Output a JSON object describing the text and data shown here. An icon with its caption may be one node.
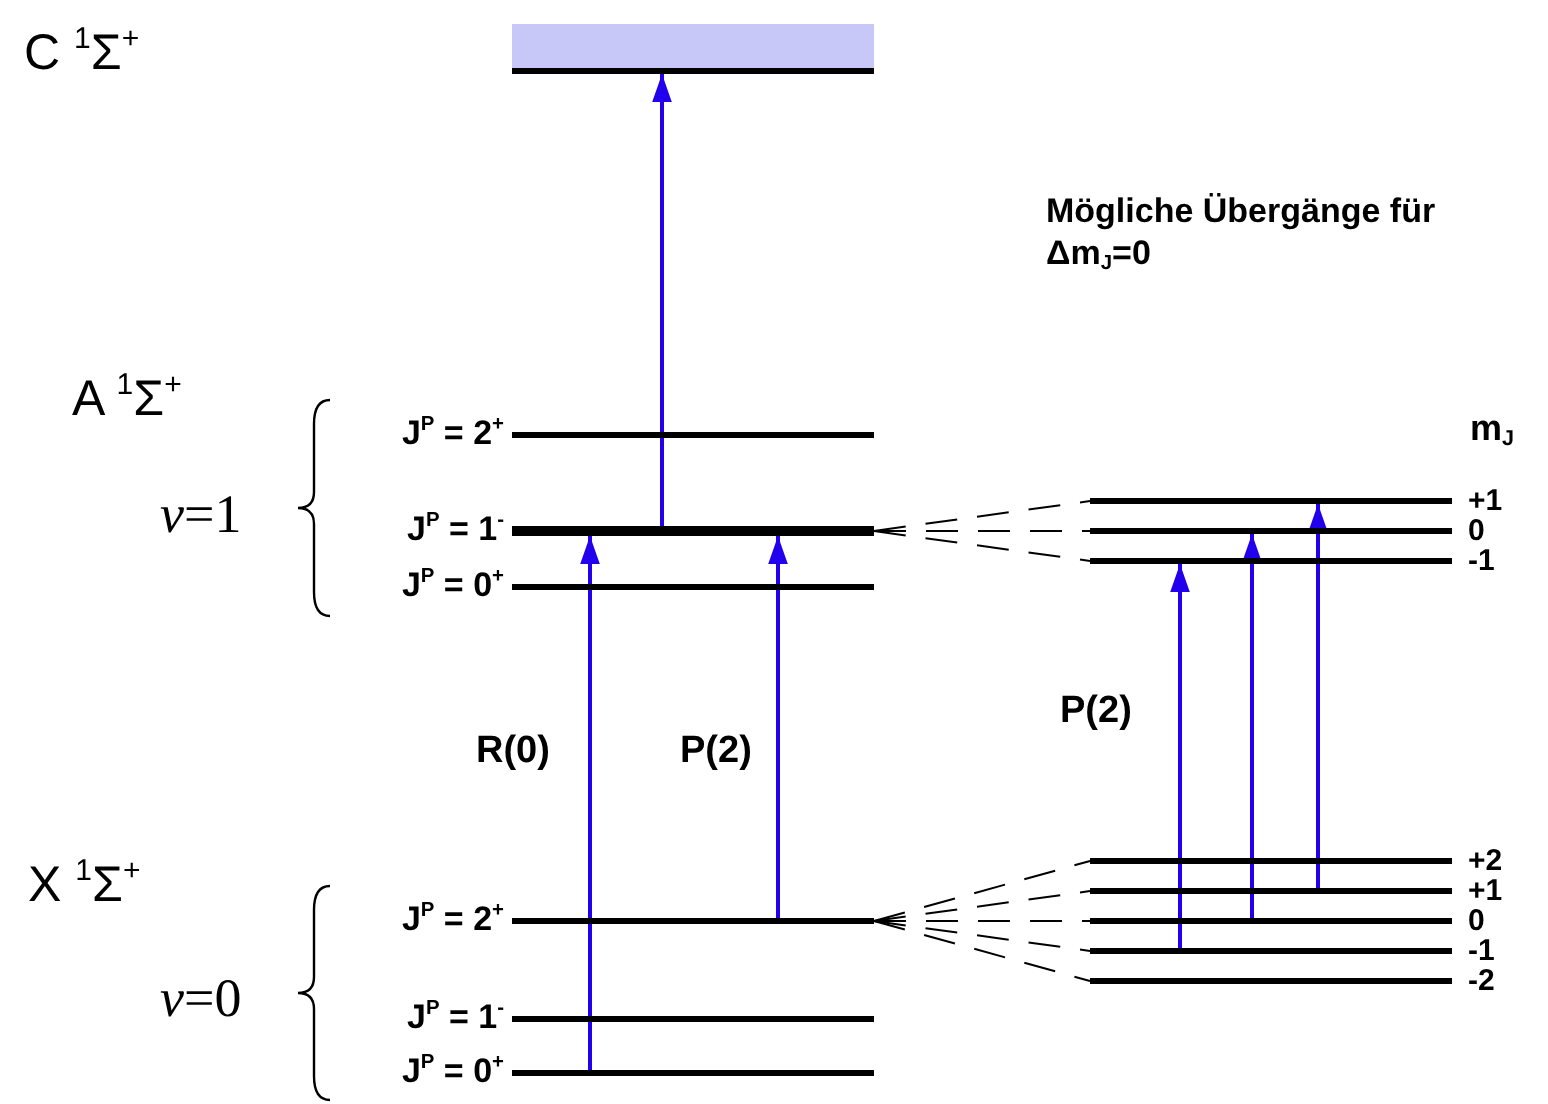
{
  "diagram": {
    "title": "Mögliche Übergänge für Δm$_{J}$=0",
    "nodes": [
      {
        "text": [],
        "shape": "bar"
      },
      {
        "text": [
          "J$^{P}$ = 2$^{+}$"
        ]
      },
      {
        "text": [
          "J$^{P}$ = 1$^{-}$"
        ]
      },
      {
        "text": [
          "J$^{P}$ = 0$^{+}$"
        ]
      },
      {
        "text": [
          "J$^{P}$ = 2$^{+}$"
        ]
      },
      {
        "text": [
          "J$^{P}$ = 1$^{-}$"
        ]
      },
      {
        "text": [
          "J$^{P}$ = 0$^{+}$"
        ]
      },
      {
        "text": [
          "+1"
        ]
      },
      {
        "text": [
          "0"
        ]
      },
      {
        "text": [
          "-1"
        ]
      },
      {
        "text": [
          "+2"
        ]
      },
      {
        "text": [
          "+1"
        ]
      },
      {
        "text": [
          "0"
        ]
      },
      {
        "text": [
          "-1"
        ]
      },
      {
        "text": [
          "-2"
        ]
      }
    ],
    "edges": [
      {
        "from": 2,
        "to": 0,
        "arrow": "to",
        "color": "#2200ee"
      },
      {
        "from": 6,
        "to": 2,
        "arrow": "to",
        "label": "R(0)",
        "color": "#2200ee"
      },
      {
        "from": 4,
        "to": 2,
        "arrow": "to",
        "label": "P(2)",
        "color": "#2200ee"
      },
      {
        "from": 2,
        "to": 7,
        "arrow": "none",
        "style": "dashed"
      },
      {
        "from": 2,
        "to": 8,
        "arrow": "none",
        "style": "dashed"
      },
      {
        "from": 2,
        "to": 9,
        "arrow": "none",
        "style": "dashed"
      },
      {
        "from": 4,
        "to": 10,
        "arrow": "none",
        "style": "dashed"
      },
      {
        "from": 4,
        "to": 11,
        "arrow": "none",
        "style": "dashed"
      },
      {
        "from": 4,
        "to": 12,
        "arrow": "none",
        "style": "dashed"
      },
      {
        "from": 4,
        "to": 13,
        "arrow": "none",
        "style": "dashed"
      },
      {
        "from": 4,
        "to": 14,
        "arrow": "none",
        "style": "dashed"
      },
      {
        "from": 13,
        "to": 9,
        "arrow": "to",
        "label": "P(2)",
        "color": "#2200ee"
      },
      {
        "from": 12,
        "to": 8,
        "arrow": "to",
        "color": "#2200ee"
      },
      {
        "from": 11,
        "to": 7,
        "arrow": "to",
        "color": "#2200ee"
      }
    ],
    "labels": [
      "C $^{1}$Σ$^{+}$",
      "A $^{1}$Σ$^{+}$",
      "*ν*=1",
      "m$_{J}$",
      "X $^{1}$Σ$^{+}$",
      "*ν*=0"
    ]
  }
}
